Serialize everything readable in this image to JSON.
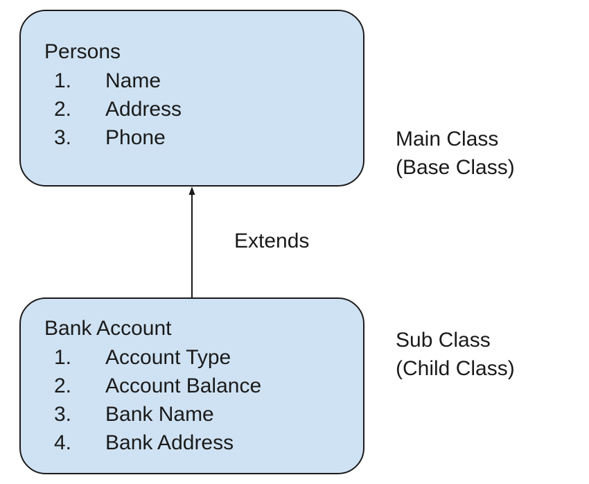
{
  "base_class": {
    "title": "Persons",
    "attributes": [
      {
        "num": "1.",
        "text": "Name"
      },
      {
        "num": "2.",
        "text": "Address"
      },
      {
        "num": "3.",
        "text": "Phone"
      }
    ],
    "label_line1": "Main Class",
    "label_line2": "(Base Class)"
  },
  "sub_class": {
    "title": "Bank Account",
    "attributes": [
      {
        "num": "1.",
        "text": "Account Type"
      },
      {
        "num": "2.",
        "text": "Account Balance"
      },
      {
        "num": "3.",
        "text": "Bank Name"
      },
      {
        "num": "4.",
        "text": "Bank Address"
      }
    ],
    "label_line1": "Sub Class",
    "label_line2": "(Child Class)"
  },
  "relation": {
    "label": "Extends"
  },
  "colors": {
    "box_fill": "#cfe2f3",
    "stroke": "#1a1a1a"
  }
}
